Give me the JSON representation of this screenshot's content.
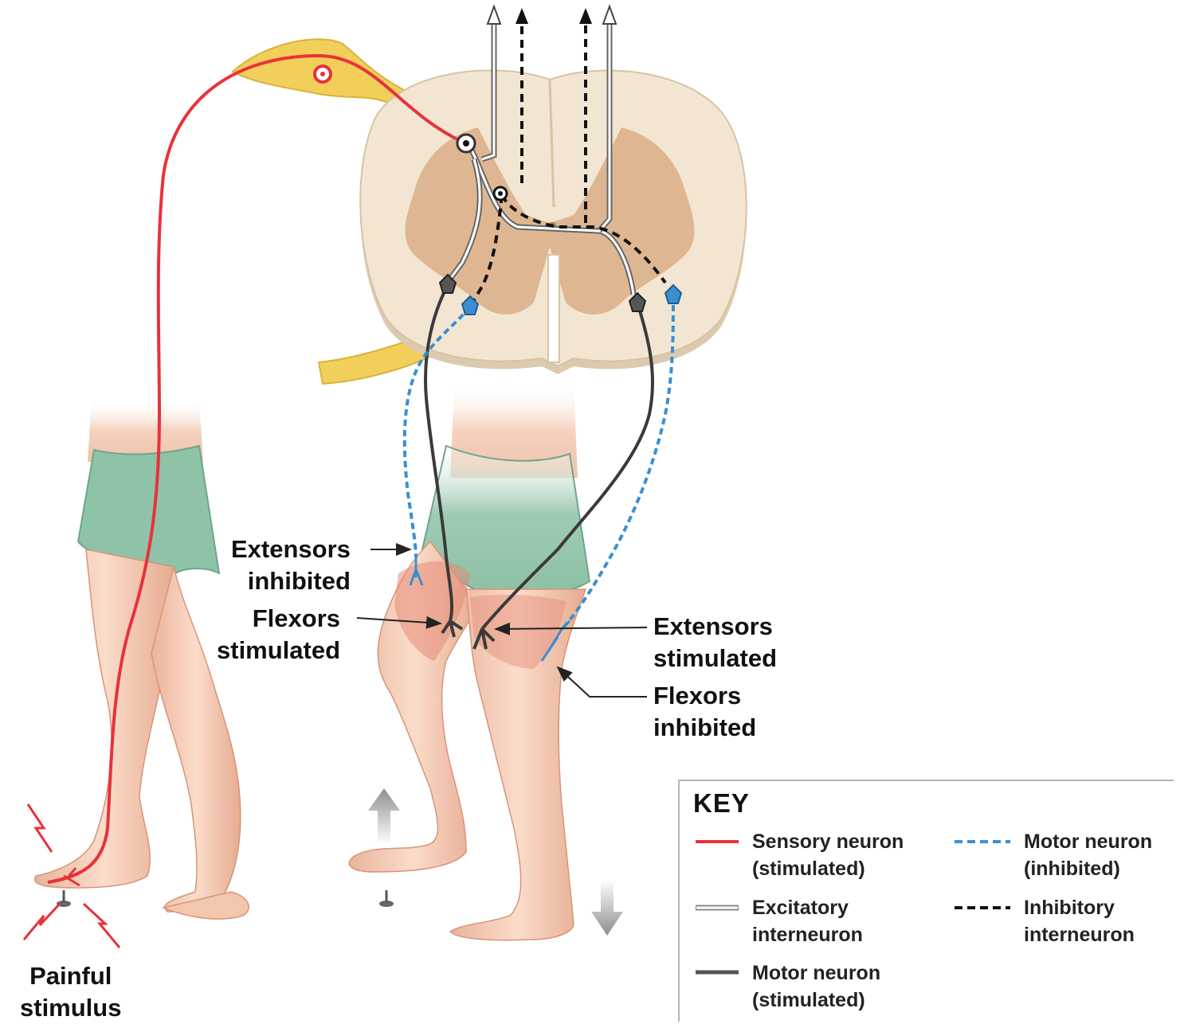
{
  "labels": {
    "extensors_inhibited": [
      "Extensors",
      "inhibited"
    ],
    "flexors_stimulated": [
      "Flexors",
      "stimulated"
    ],
    "extensors_stimulated": [
      "Extensors",
      "stimulated"
    ],
    "flexors_inhibited": [
      "Flexors",
      "inhibited"
    ],
    "painful_stimulus": [
      "Painful",
      "stimulus"
    ]
  },
  "key": {
    "title": "KEY",
    "items": [
      {
        "line1": "Sensory neuron",
        "line2": "(stimulated)",
        "style": "solid",
        "color": "#e8323a"
      },
      {
        "line1": "Motor neuron",
        "line2": "(inhibited)",
        "style": "dashed",
        "color": "#3b8fd0"
      },
      {
        "line1": "Excitatory",
        "line2": "interneuron",
        "style": "hollow",
        "color": "#9a9a9a"
      },
      {
        "line1": "Inhibitory",
        "line2": "interneuron",
        "style": "dashed",
        "color": "#111111"
      },
      {
        "line1": "Motor neuron",
        "line2": "(stimulated)",
        "style": "solid",
        "color": "#555555"
      }
    ]
  },
  "colors": {
    "sensory": "#e8323a",
    "motor_inhibited": "#3b8fd0",
    "motor_stimulated": "#3a3a3a",
    "inhibitory": "#111111",
    "spinal_white_matter": "#f2e6d3",
    "spinal_gray_matter": "#dcb48e",
    "nerve": "#f1cf5a",
    "skin": "#f3c6ae",
    "shorts": "#8fc3a8"
  }
}
